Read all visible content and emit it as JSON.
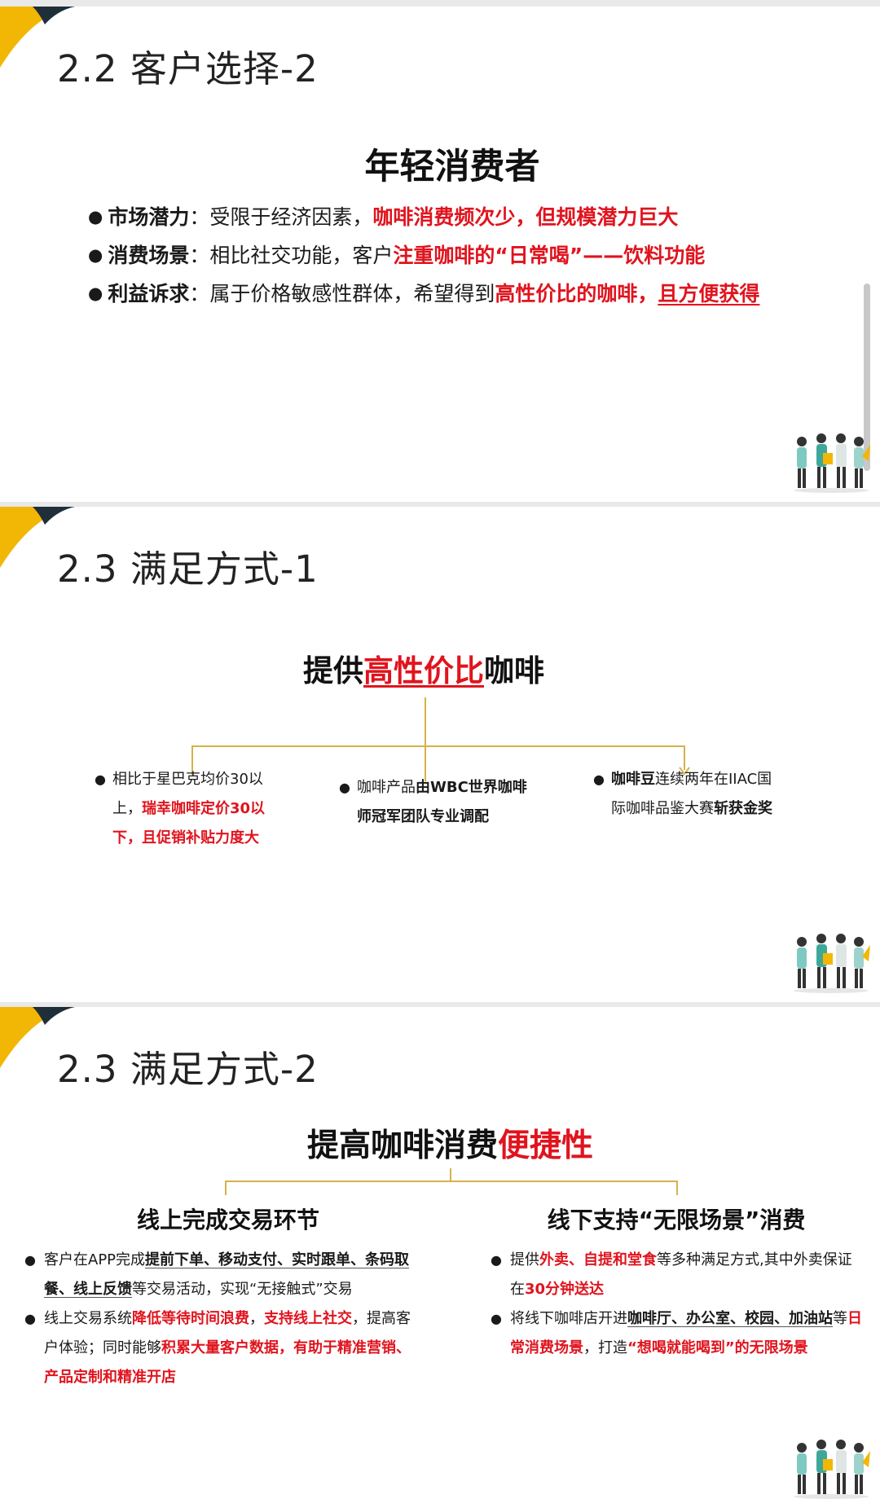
{
  "colors": {
    "accent_yellow": "#f2b705",
    "corner_dark": "#1f2f3a",
    "highlight_red": "#e0141e",
    "line_gold": "#d6b24a"
  },
  "slide1": {
    "title": "2.2 客户选择-2",
    "subtitle": "年轻消费者",
    "items": [
      {
        "label": "市场潜力",
        "sep": "：",
        "text": "受限于经济因素，",
        "red": "咖啡消费频次少，但规模潜力巨大"
      },
      {
        "label": "消费场景",
        "sep": "：",
        "text": "相比社交功能，客户",
        "red": "注重咖啡的“日常喝”——饮料功能"
      },
      {
        "label": "利益诉求",
        "sep": "：",
        "text": "属于价格敏感性群体，希望得到",
        "red": "高性价比的咖啡，",
        "red_ul": "且方便获得"
      }
    ]
  },
  "slide2": {
    "title": "2.3 满足方式-1",
    "subtitle_pre": "提供",
    "subtitle_hl": "高性价比",
    "subtitle_post": "咖啡",
    "col1": {
      "a": "相比于星巴克均价30以",
      "b": "上，",
      "red": "瑞幸咖啡定价30以下，且促销补贴力度大"
    },
    "col2": {
      "a": "咖啡产品",
      "b": "由WBC世界咖啡师冠军团队专业调配"
    },
    "col3": {
      "a": "咖啡豆",
      "b": "连续两年在IIAC国际咖啡品鉴大赛",
      "c": "斩获金奖"
    }
  },
  "slide3": {
    "title": "2.3 满足方式-2",
    "subtitle_pre": "提高咖啡消费",
    "subtitle_red": "便捷性",
    "left_head": "线上完成交易环节",
    "right_head": "线下支持“无限场景”消费",
    "left1": {
      "a": "客户在APP完成",
      "b": "提前下单、移动支付、实时跟单、条码取餐、线上反馈",
      "c": "等交易活动，实现“无接触式”交易"
    },
    "left2": {
      "a": "线上交易系统",
      "r1": "降低等待时间浪费",
      "s": "，",
      "r2": "支持线上社交",
      "b": "，提高客户体验；同时能够",
      "r3": "积累大量客户数据，有助于精准营销、产品定制和精准开店"
    },
    "right1": {
      "a": "提供",
      "r1": "外卖、自提和堂食",
      "b": "等多种满足方式,其中外卖保证在",
      "r2": "30分钟送达"
    },
    "right2": {
      "a": "将线下咖啡店开进",
      "b": "咖啡厅、办公室、校园、加油站",
      "c": "等",
      "r1": "日常消费场景",
      "d": "，打造",
      "r2": "“想喝就能喝到”的无限场景"
    }
  }
}
